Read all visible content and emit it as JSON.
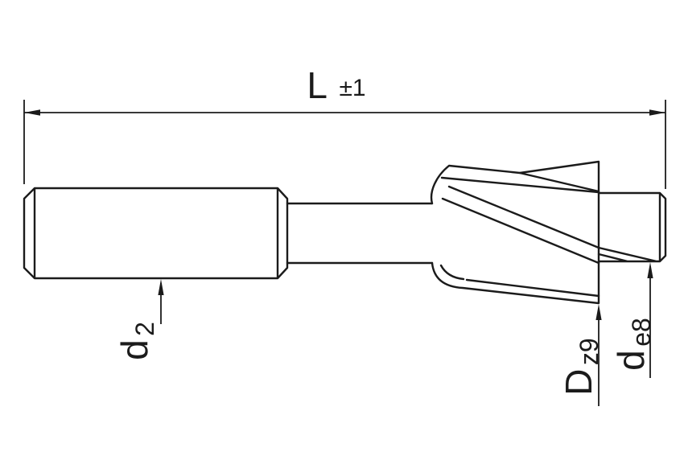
{
  "drawing": {
    "kind": "technical-drawing-counterbore-tool",
    "colors": {
      "line": "#1b1b1b",
      "background": "#ffffff"
    },
    "labels": {
      "length": {
        "main": "L",
        "tolerance": "±1"
      },
      "shank_diameter": {
        "main": "d",
        "sub": "2"
      },
      "cutter_diameter": {
        "main": "D",
        "sub": "z9"
      },
      "pilot_diameter": {
        "main": "d",
        "sub": "e8"
      }
    }
  }
}
